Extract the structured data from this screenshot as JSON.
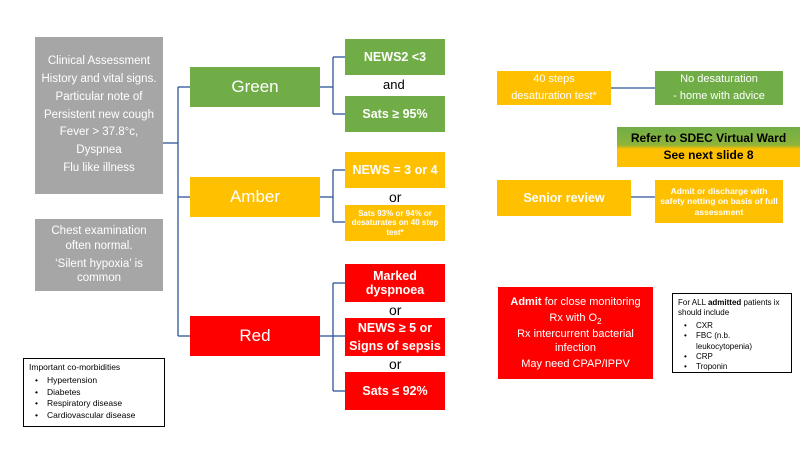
{
  "assessment": {
    "lines": [
      "Clinical Assessment History and vital signs.",
      "Particular note of",
      "Persistent new cough",
      "Fever > 37.8°c,",
      "Dyspnea",
      "Flu like illness"
    ]
  },
  "chest": {
    "lines": [
      "Chest examination often normal.",
      "‘Silent hypoxia’ is common"
    ]
  },
  "tiers": {
    "green": "Green",
    "amber": "Amber",
    "red": "Red"
  },
  "green_criteria": {
    "news": "NEWS2 <3",
    "and": "and",
    "sats": "Sats ≥ 95%"
  },
  "amber_criteria": {
    "news": "NEWS = 3 or 4",
    "or": "or",
    "sats": "Sats  93% or 94% or desaturates on 40 step test*"
  },
  "red_criteria": {
    "dyspnoea": "Marked dyspnoea",
    "or1": "or",
    "news_line1": "NEWS ≥ 5 or",
    "news_line2": "Signs of sepsis",
    "or2": "or",
    "sats": "Sats ≤ 92%"
  },
  "green_action": {
    "test_line1": "40 steps",
    "test_line2": "desaturation test*",
    "result_line1": "No desaturation",
    "result_line2": "- home with advice"
  },
  "sdec": {
    "line1": "Refer to SDEC Virtual Ward",
    "line2": "See next slide 8"
  },
  "amber_action": {
    "review": "Senior review",
    "admit": "Admit or discharge with safety netting on basis of full assessment"
  },
  "red_action": {
    "admit_bold": "Admit",
    "admit_rest": " for close monitoring",
    "rx": "Rx with O",
    "rx_sub": "2",
    "rx2": "Rx intercurrent bacterial infection",
    "cpap": "May need CPAP/IPPV"
  },
  "admitted_ix": {
    "prefix": "For ALL ",
    "bold": "admitted",
    "suffix": " patients ix should include",
    "items": [
      "CXR",
      "FBC (n.b. leukocytopenia)",
      "CRP",
      "Troponin"
    ]
  },
  "comorbidities": {
    "title": "Important co-morbidities",
    "items": [
      "Hypertension",
      "Diabetes",
      "Respiratory disease",
      "Cardiovascular disease"
    ]
  },
  "colors": {
    "green": "#70ad47",
    "amber": "#ffc000",
    "red": "#ff0000",
    "gray": "#a6a6a6",
    "connector": "#2f5597"
  }
}
